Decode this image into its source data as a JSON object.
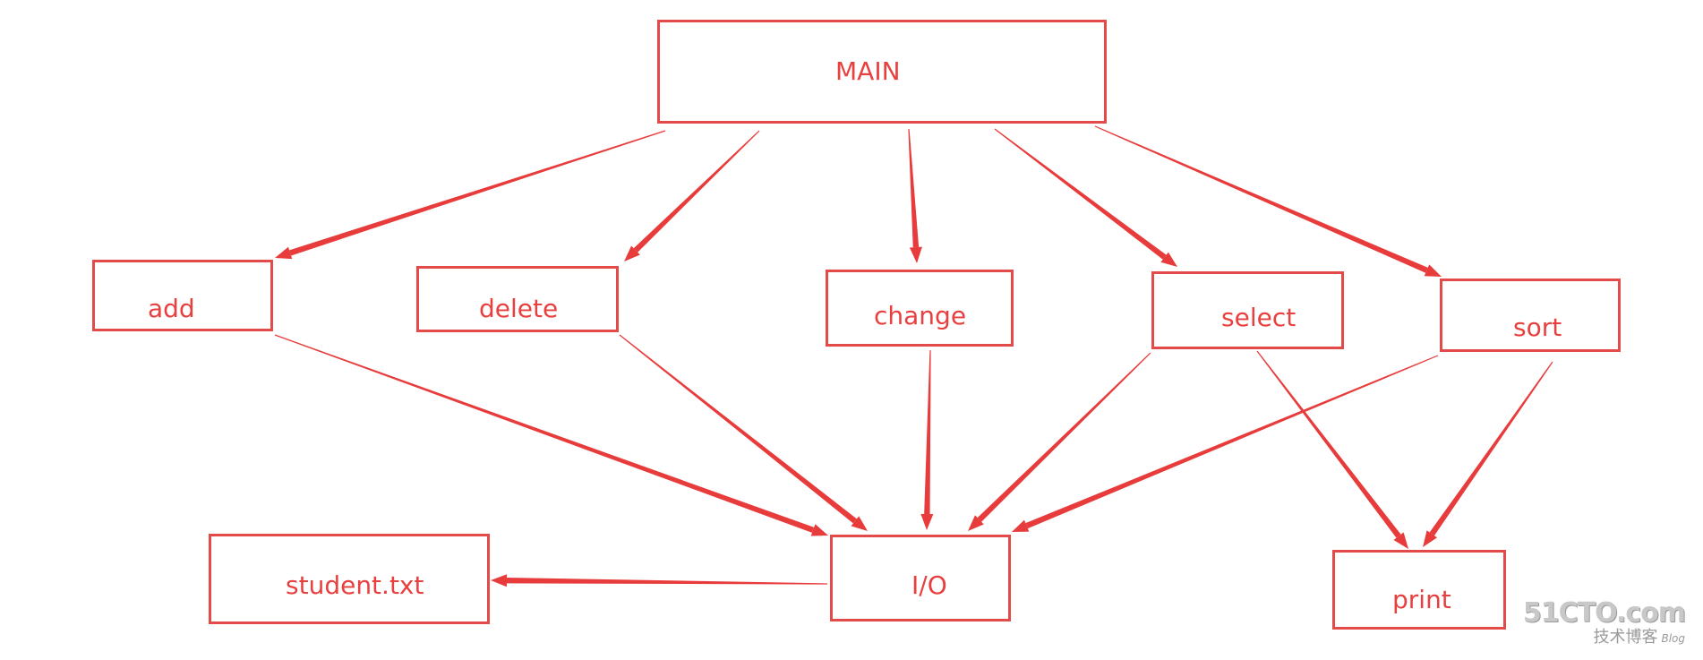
{
  "colors": {
    "stroke": "#e34a4a",
    "text": "#e8403f",
    "watermark": "#9a9a9a"
  },
  "nodes": {
    "main": "MAIN",
    "add": "add",
    "delete": "delete",
    "change": "change",
    "select": "select",
    "sort": "sort",
    "io": "I/O",
    "student": "student.txt",
    "print": "print"
  },
  "watermark": {
    "logo": "51CTO.com",
    "subtitle": "技术博客",
    "blog": "Blog"
  }
}
